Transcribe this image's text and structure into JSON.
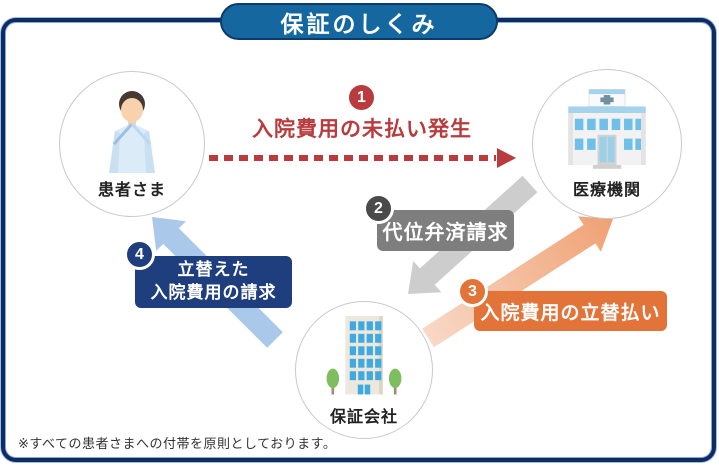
{
  "title": "保証のしくみ",
  "entities": {
    "patient": {
      "label": "患者さま"
    },
    "medical": {
      "label": "医療機関"
    },
    "guarantor": {
      "label": "保証会社"
    }
  },
  "steps": {
    "s1": {
      "number": "1",
      "label": "入院費用の未払い発生"
    },
    "s2": {
      "number": "2",
      "label": "代位弁済請求"
    },
    "s3": {
      "number": "3",
      "label": "入院費用の立替払い"
    },
    "s4": {
      "number": "4",
      "label_line1": "立替えた",
      "label_line2": "入院費用の請求"
    }
  },
  "footnote": "※すべての患者さまへの付帯を原則としております。",
  "colors": {
    "card_border": "#0E2B63",
    "banner": "#15689F",
    "step1": "#B93B3D",
    "step2_badge": "#4A4A4A",
    "step2_box": "#7E7E7E",
    "step2_arrow": "#CDCDCD",
    "step3": "#E2743A",
    "step3_arrow_light": "#F8D8C6",
    "step3_arrow": "#F0A173",
    "step4": "#1E3E7D",
    "step4_arrow": "#A9C8EA"
  }
}
